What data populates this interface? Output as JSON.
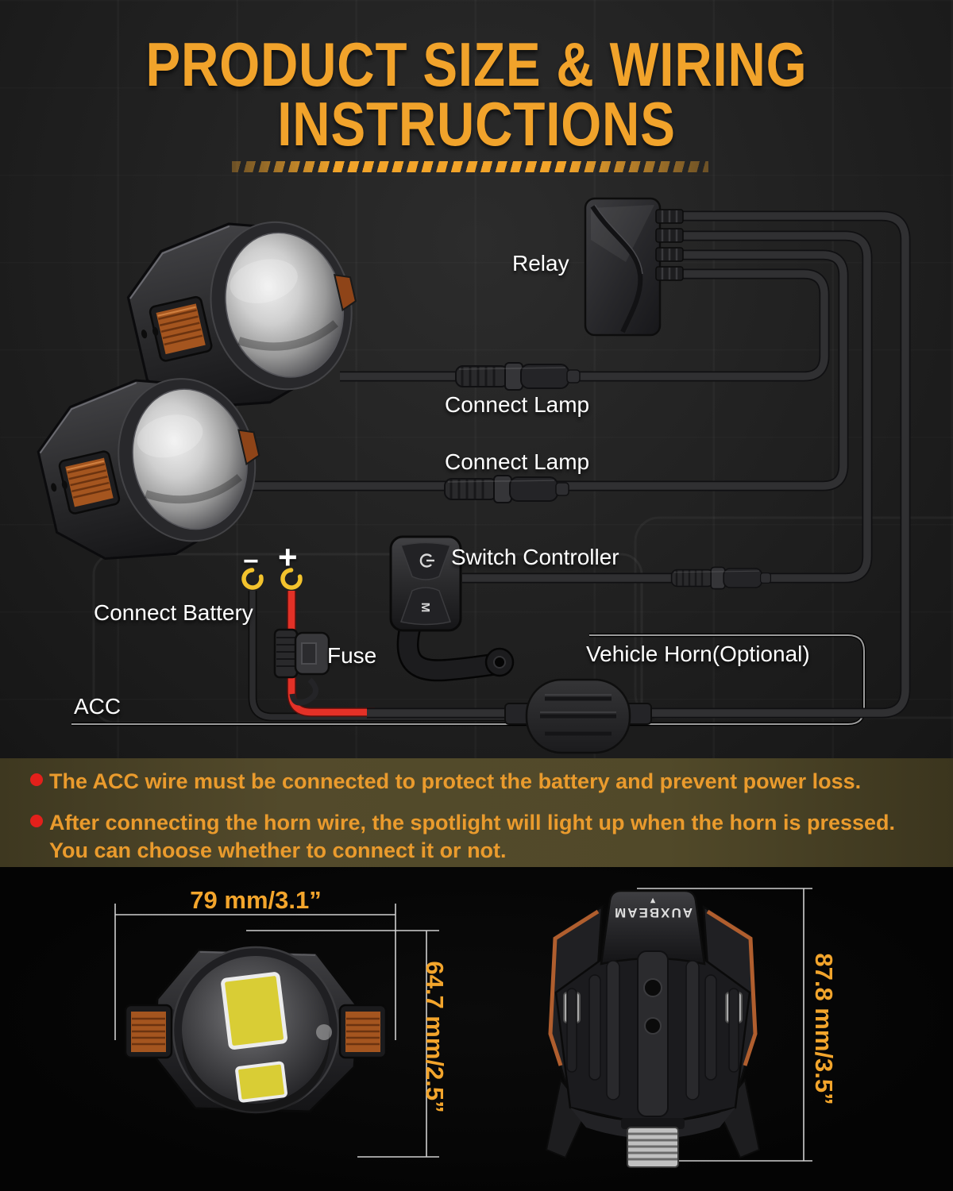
{
  "title": {
    "line1": "PRODUCT SIZE & WIRING",
    "line2": "INSTRUCTIONS"
  },
  "diagram": {
    "relay_label": "Relay",
    "connect_lamp_label_1": "Connect Lamp",
    "connect_lamp_label_2": "Connect Lamp",
    "switch_controller_label": "Switch Controller",
    "connect_battery_label": "Connect Battery",
    "fuse_label": "Fuse",
    "acc_label": "ACC",
    "vehicle_horn_label": "Vehicle Horn(Optional)",
    "battery_minus": "−",
    "battery_plus": "+",
    "switch_mode_button": "M"
  },
  "notes": {
    "item1": "The ACC wire must be connected to protect the battery and prevent power loss.",
    "item2": "After connecting the horn wire, the spotlight will light up when the horn is pressed. You can choose whether to connect it or not."
  },
  "dimensions": {
    "front_width": "79 mm/3.1”",
    "front_height": "64.7 mm/2.5”",
    "side_height": "87.8 mm/3.5”"
  },
  "branding": {
    "logo": "AUXBEAM"
  },
  "colors": {
    "accent_orange": "#F1A32B",
    "notes_background": "#4E4727",
    "notes_text": "#EA9B2D",
    "bullet_red": "#E3201B",
    "wire_dark": "#2E2E30",
    "red_wire": "#E33127",
    "terminal_yellow": "#F3C32D",
    "amber_connector": "#A4551F"
  }
}
